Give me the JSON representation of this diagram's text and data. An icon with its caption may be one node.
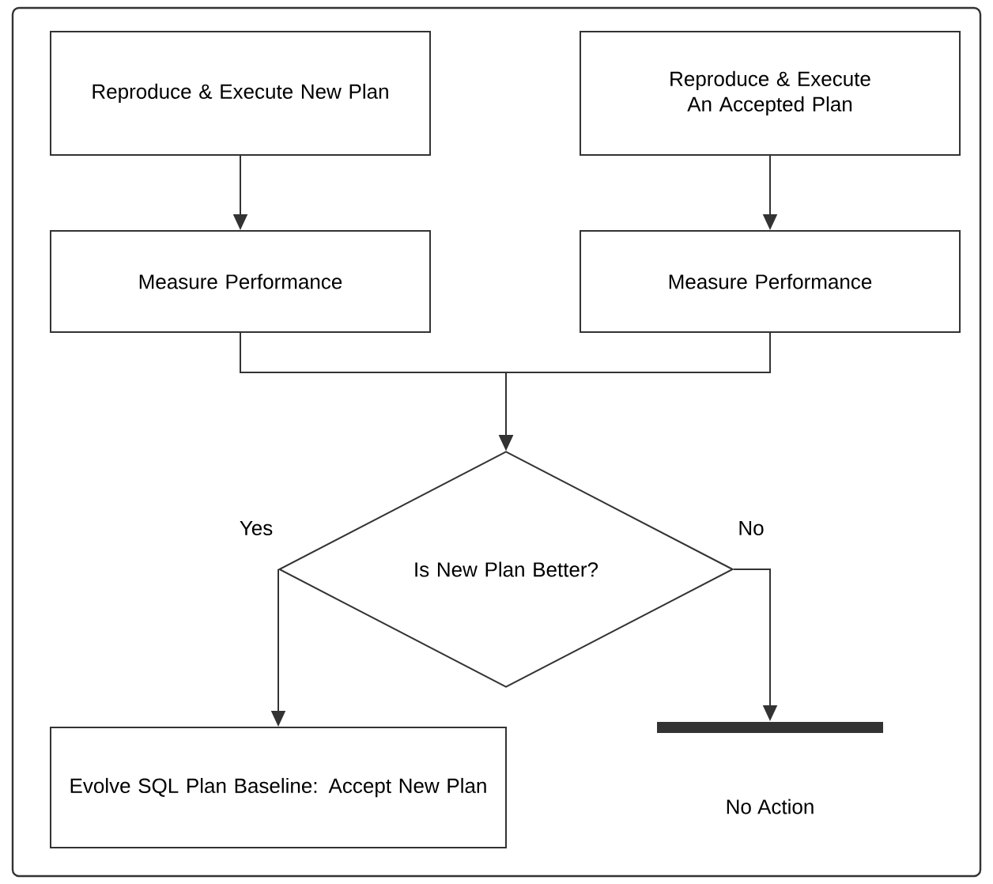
{
  "diagram": {
    "nodes": [
      {
        "text": [
          "Reproduce & Execute New Plan"
        ]
      },
      {
        "text": [
          "Reproduce & Execute An Accepted Plan"
        ]
      },
      {
        "text": [
          "Measure Performance"
        ]
      },
      {
        "text": [
          "Measure Performance"
        ]
      },
      {
        "text": [
          "Is New Plan Better?"
        ]
      },
      {
        "text": [
          "Evolve SQL Plan Baseline: Accept New Plan"
        ]
      },
      {
        "text": [],
        "shape": "bar",
        "beside": [
          "No Action"
        ]
      }
    ],
    "edges": [
      {
        "from": 0,
        "to": 2,
        "arrow": "to"
      },
      {
        "from": 1,
        "to": 3,
        "arrow": "to"
      },
      {
        "from": 2,
        "to": 4,
        "arrow": "to"
      },
      {
        "from": 3,
        "to": 4,
        "arrow": "to"
      },
      {
        "from": 4,
        "to": 5,
        "arrow": "to"
      },
      {
        "from": 4,
        "to": 6,
        "arrow": "to"
      }
    ],
    "labels": [
      "Yes",
      "No"
    ]
  }
}
